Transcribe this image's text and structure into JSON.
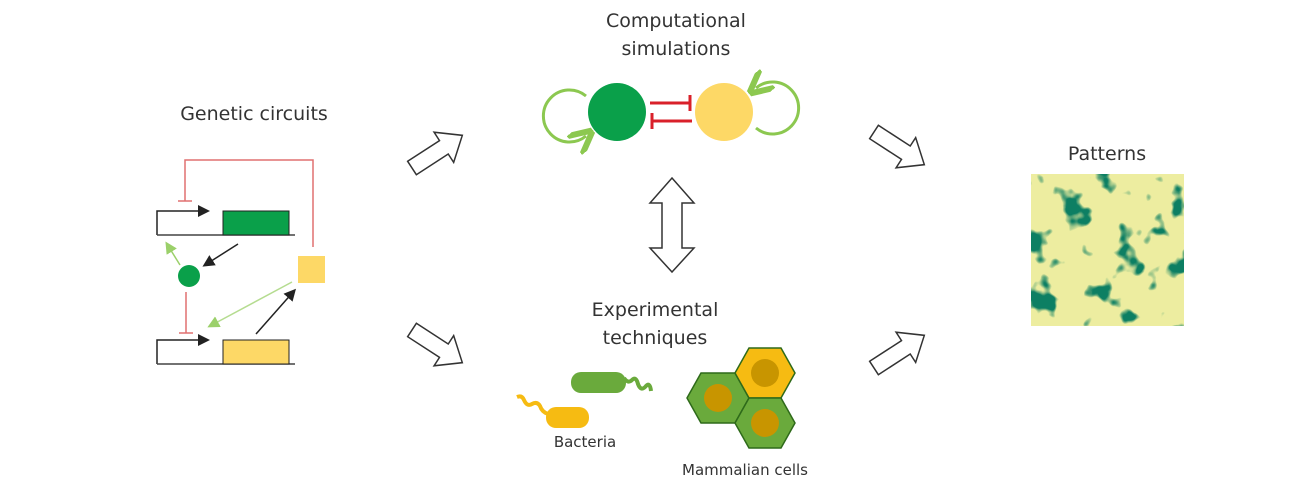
{
  "labels": {
    "genetic_circuits": "Genetic circuits",
    "computational_line1": "Computational",
    "computational_line2": "simulations",
    "experimental_line1": "Experimental",
    "experimental_line2": "techniques",
    "patterns": "Patterns",
    "bacteria": "Bacteria",
    "mammalian_cells": "Mammalian cells"
  },
  "colors": {
    "green": "#0aa04a",
    "yellow": "#fdd866",
    "red": "#d9202a",
    "light_green": "#8cc850",
    "cell_green": "#6aaa3c",
    "cell_yellow": "#f6bb12",
    "nucleus": "#c89500",
    "pattern_bg": "#0d7f63"
  }
}
